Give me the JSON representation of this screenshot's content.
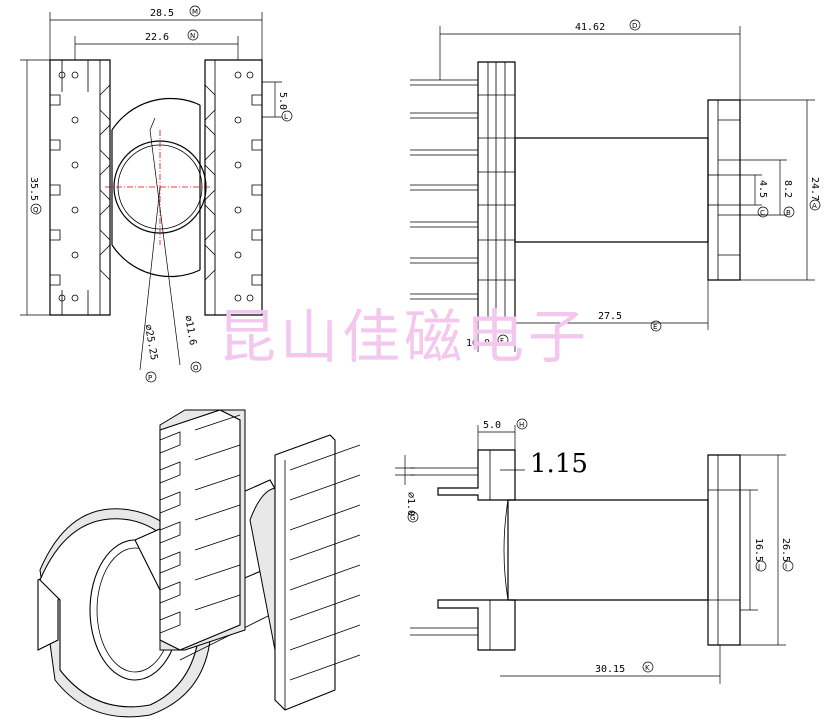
{
  "watermark": "昆山佳磁电子",
  "top_left": {
    "dim_28_5": "28.5",
    "code_28_5": "M",
    "dim_22_6": "22.6",
    "code_22_6": "N",
    "dim_5_0": "5.0",
    "code_5_0": "L",
    "dim_35_5": "35.5",
    "code_35_5": "Q",
    "dim_25_25": "⌀25.25",
    "code_25_25": "P",
    "dim_11_6": "⌀11.6",
    "code_11_6": "O"
  },
  "top_right": {
    "dim_41_62": "41.62",
    "code_41_62": "D",
    "dim_27_5": "27.5",
    "code_27_5": "E",
    "dim_10_0": "10.0",
    "code_10_0": "F",
    "dim_24_7": "24.7",
    "code_24_7": "A",
    "dim_8_2": "8.2",
    "code_8_2": "B",
    "dim_4_5": "4.5",
    "code_4_5": "C"
  },
  "bottom_right": {
    "dim_5_0": "5.0",
    "code_5_0": "H",
    "dim_1_15": "1.15",
    "dim_1_0": "⌀1.0",
    "code_1_0": "G",
    "dim_16_5": "16.5",
    "code_16_5": "J",
    "dim_26_5": "26.5",
    "code_26_5": "I",
    "dim_30_15": "30.15",
    "code_30_15": "K"
  }
}
